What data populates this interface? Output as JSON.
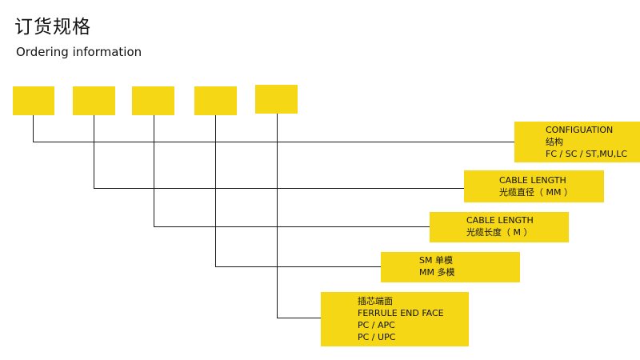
{
  "header": {
    "title_cn": "订货规格",
    "title_en": "Ordering information"
  },
  "colors": {
    "box_fill": "#f5d716",
    "connector_line": "#1a1a1a"
  },
  "code_boxes": [
    "",
    "",
    "",
    "",
    ""
  ],
  "specs": [
    {
      "id": "configuration",
      "lines": [
        "CONFIGUATION",
        "结构",
        "FC / SC / ST,MU,LC"
      ]
    },
    {
      "id": "cable-length-mm",
      "lines": [
        "CABLE LENGTH",
        "光缆直径（ MM ）"
      ]
    },
    {
      "id": "cable-length-m",
      "lines": [
        "CABLE LENGTH",
        "光缆长度（ M ）"
      ]
    },
    {
      "id": "mode",
      "lines": [
        "SM 单模",
        "MM 多模"
      ]
    },
    {
      "id": "ferrule-end-face",
      "lines": [
        "插芯端面",
        "FERRULE END FACE",
        "PC / APC",
        "PC / UPC"
      ]
    }
  ]
}
